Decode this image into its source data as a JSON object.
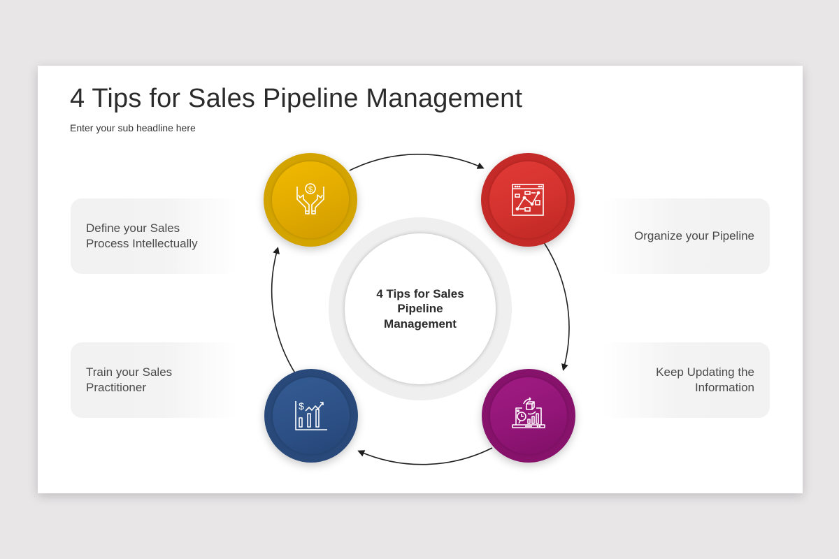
{
  "slide": {
    "title": "4 Tips for Sales Pipeline Management",
    "subtitle": "Enter your sub headline here"
  },
  "center": {
    "lines": [
      "4 Tips for Sales",
      "Pipeline",
      "Management"
    ]
  },
  "tips": [
    {
      "position": "top-left",
      "lines": [
        "Define your Sales",
        "Process Intellectually"
      ],
      "icon": "hands-holding-dollar-icon",
      "color": "#f0b800"
    },
    {
      "position": "top-right",
      "lines": [
        "Organize your Pipeline"
      ],
      "icon": "pipeline-flowchart-window-icon",
      "color": "#d9322f"
    },
    {
      "position": "bottom-right",
      "lines": [
        "Keep Updating the",
        "Information"
      ],
      "icon": "laptop-update-analytics-icon",
      "color": "#951679"
    },
    {
      "position": "bottom-left",
      "lines": [
        "Train your Sales",
        "Practitioner"
      ],
      "icon": "dollar-growth-bar-chart-icon",
      "color": "#2f5388"
    }
  ],
  "colors": {
    "background": "#e8e6e7",
    "slide": "#ffffff",
    "text_dark": "#2b2b2b",
    "text_box": "#4a4a4a",
    "box_fill": "#f2f2f2",
    "center_ring": "#efefef",
    "arrow": "#1f1f1f"
  }
}
